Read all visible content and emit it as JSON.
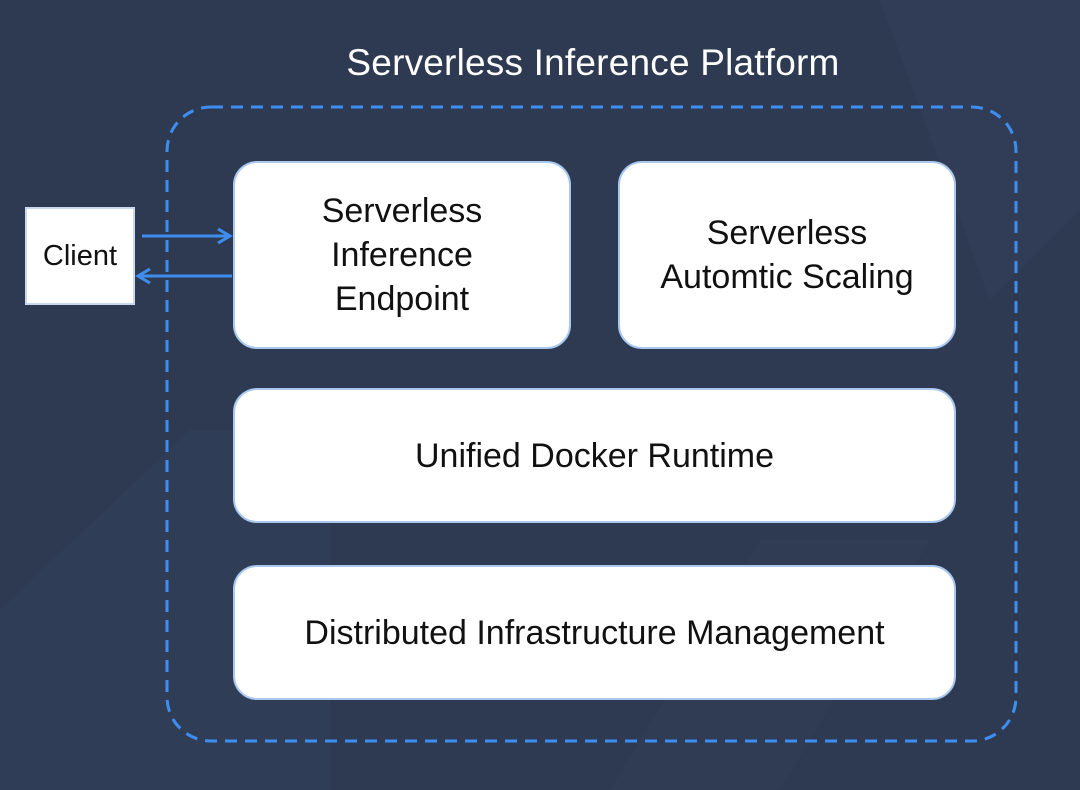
{
  "title": "Serverless Inference Platform",
  "client": {
    "label": "Client"
  },
  "components": {
    "endpoint": {
      "lines": [
        "Serverless",
        "Inference",
        "Endpoint"
      ]
    },
    "scaling": {
      "lines": [
        "Serverless",
        "Automtic Scaling"
      ]
    },
    "runtime": {
      "label": "Unified Docker Runtime"
    },
    "infrastructure": {
      "label": "Distributed Infrastructure Management"
    }
  },
  "colors": {
    "background": "#2e3a52",
    "dashed_border": "#3d8ef0",
    "arrow": "#3d8ef0",
    "box_fill": "#ffffff"
  }
}
